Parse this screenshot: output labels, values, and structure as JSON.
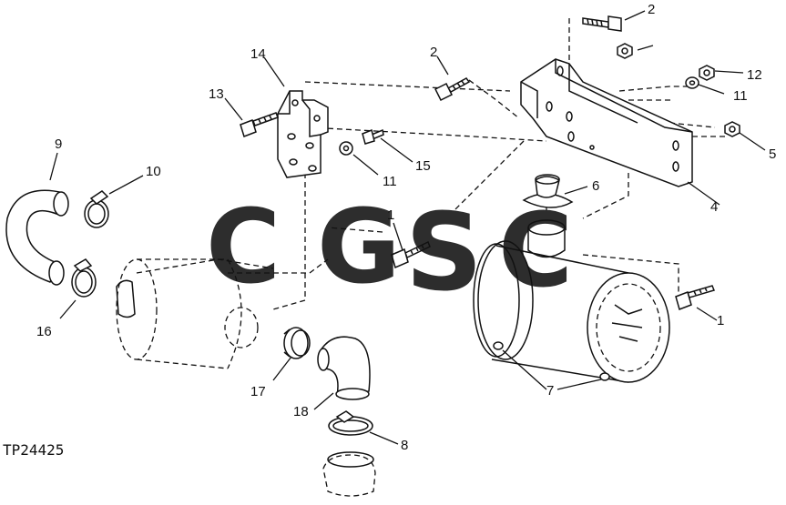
{
  "figure_code": "TP24425",
  "callouts": {
    "c1a": "1",
    "c1b": "1",
    "c2a": "2",
    "c2b": "2",
    "c4": "4",
    "c5": "5",
    "c6": "6",
    "c7": "7",
    "c8": "8",
    "c9": "9",
    "c10": "10",
    "c11a": "11",
    "c11b": "11",
    "c12": "12",
    "c13": "13",
    "c14": "14",
    "c15": "15",
    "c16": "16",
    "c17": "17",
    "c18": "18"
  },
  "watermark": {
    "letters": [
      "C",
      "G",
      "S",
      "C"
    ],
    "colors": [
      "#6aa3f2",
      "#f06b62",
      "#f5cd45",
      "#3ea36a"
    ]
  }
}
